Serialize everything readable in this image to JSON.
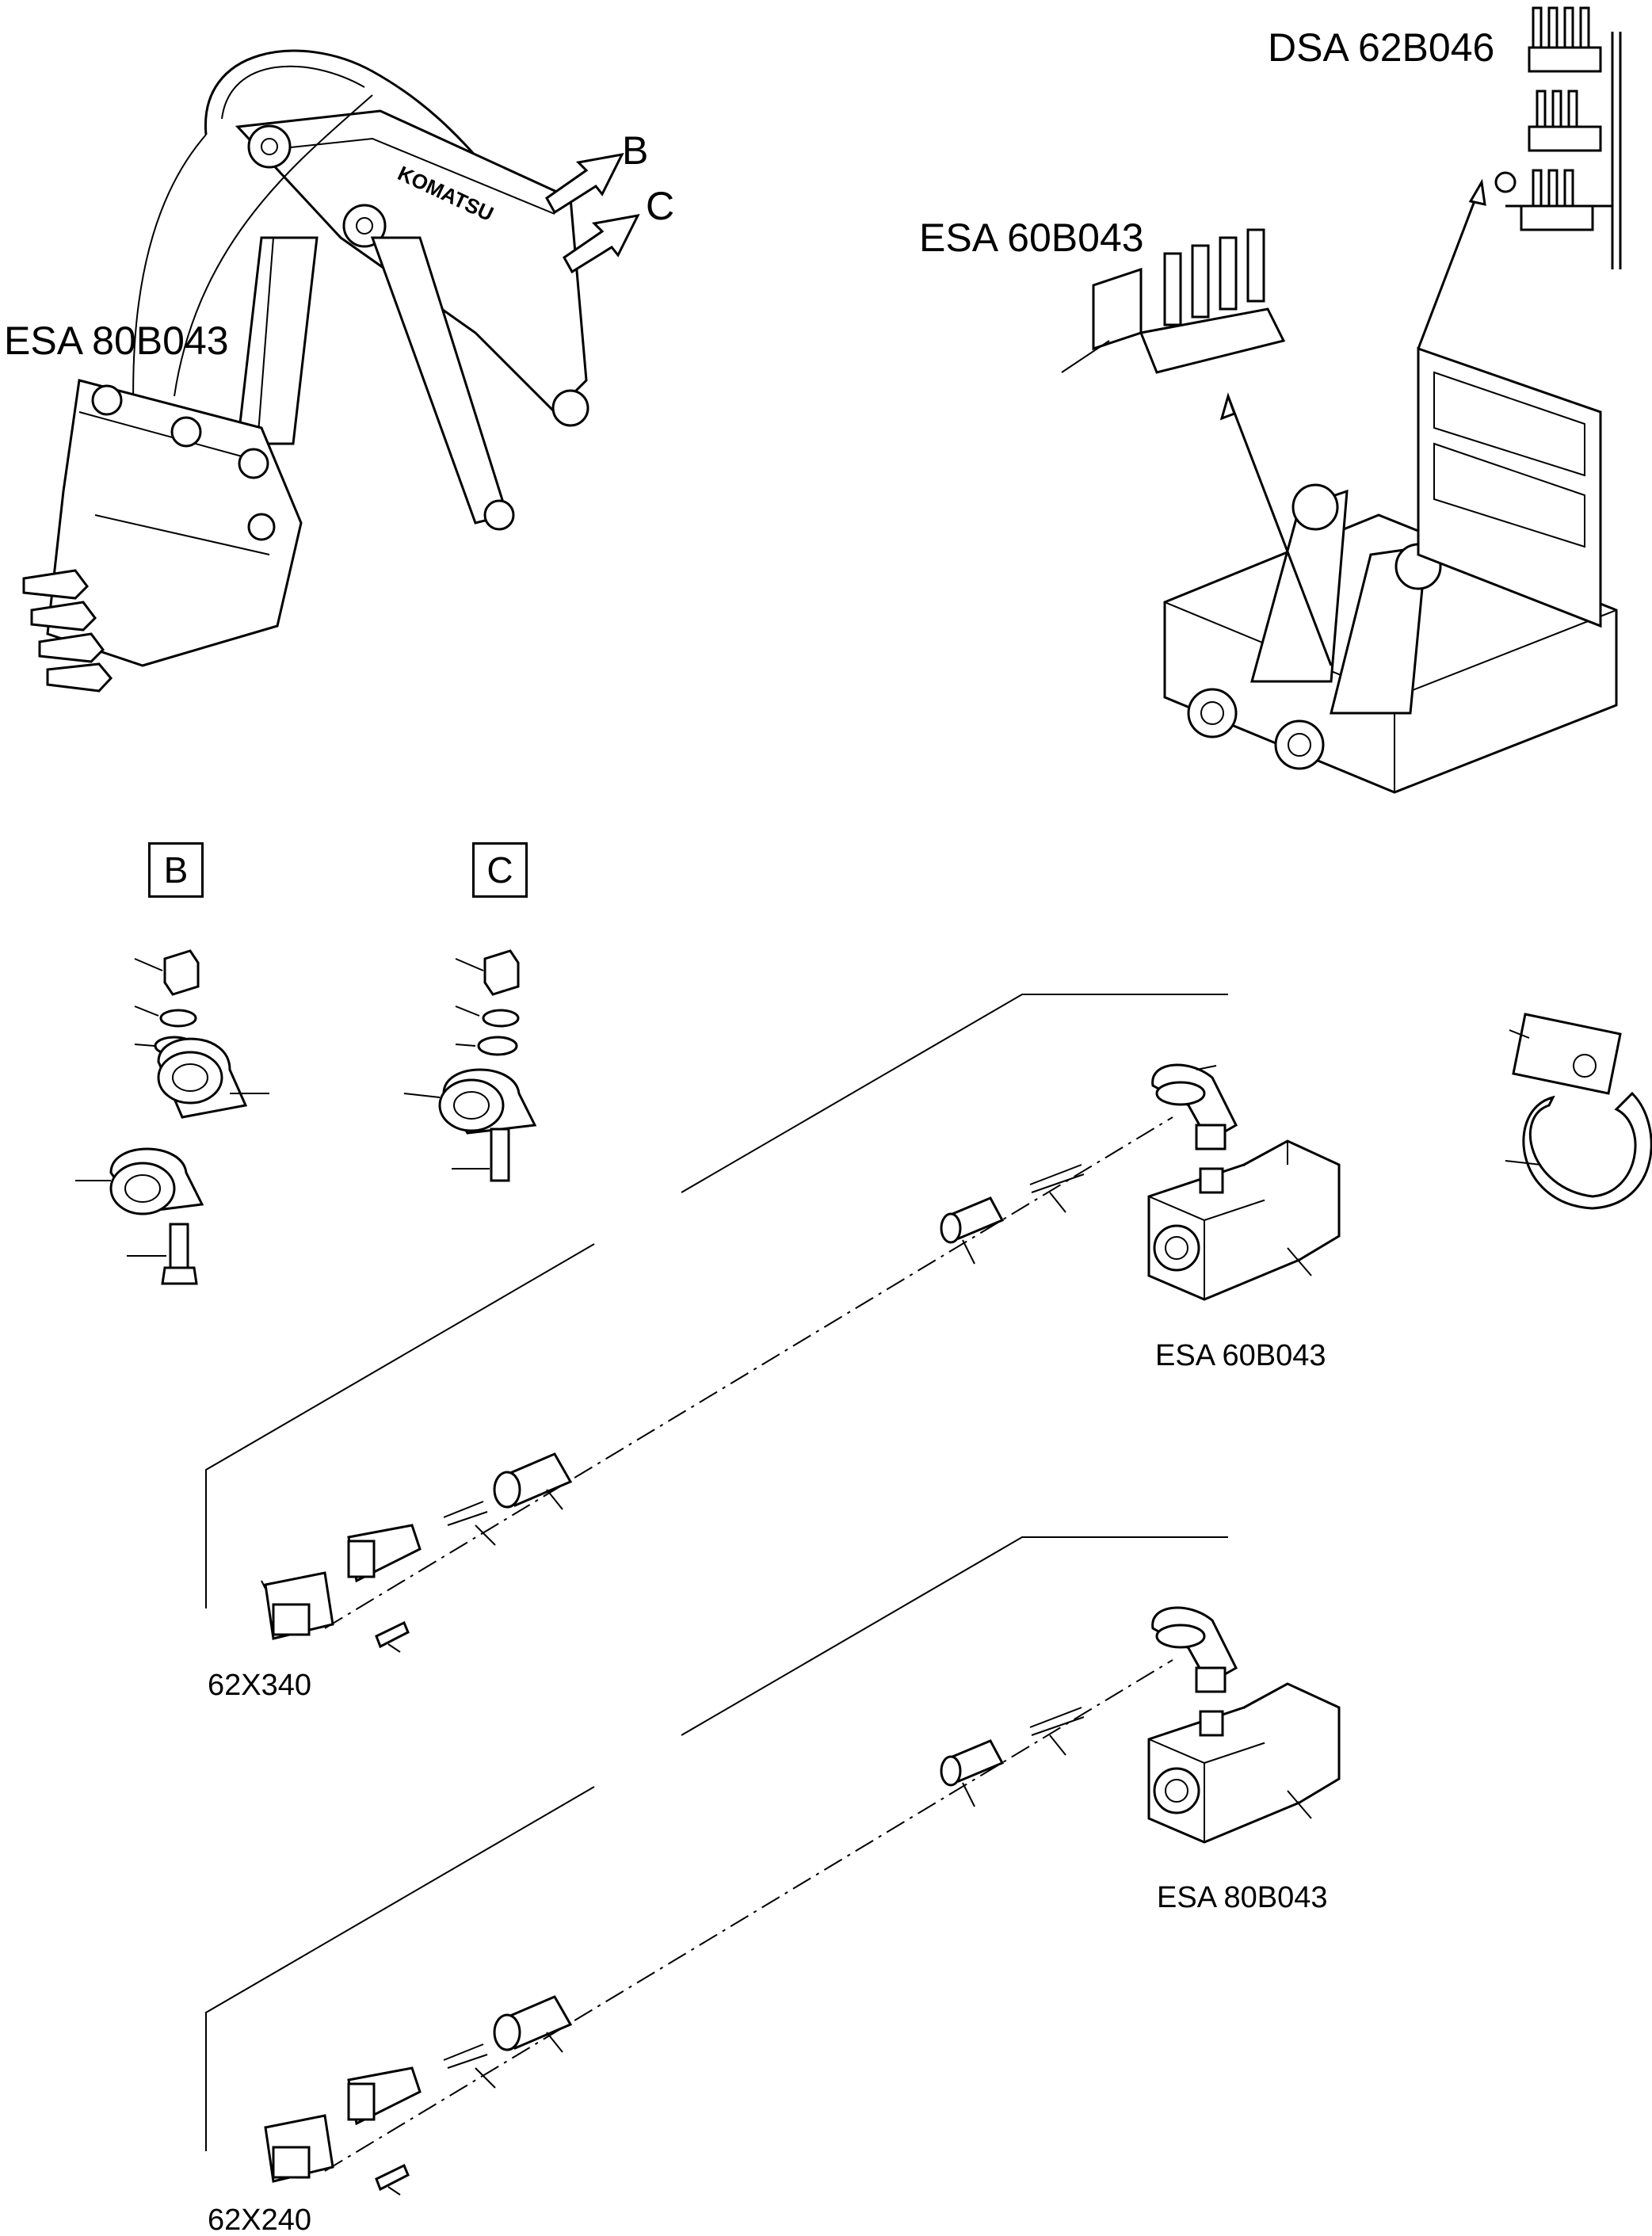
{
  "labels": {
    "dsa_top": "DSA 62B046",
    "esa60_top": "ESA 60B043",
    "esa80_top": "ESA 80B043",
    "arrow_b": "B",
    "arrow_c": "C",
    "box_b": "B",
    "box_c": "C",
    "esa60_detail": "ESA 60B043",
    "esa80_detail": "ESA 80B043",
    "conn_upper": "62X340",
    "conn_lower": "62X240"
  },
  "excavator_logo": "KOMATSU"
}
